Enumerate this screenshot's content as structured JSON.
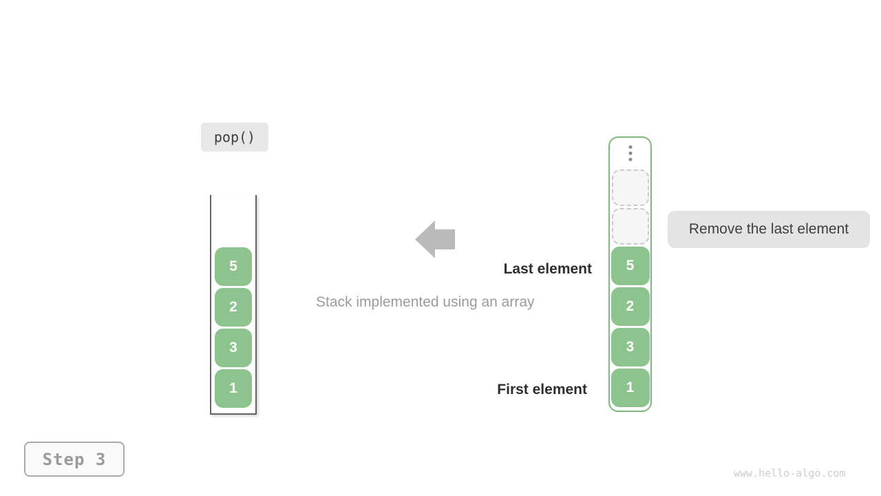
{
  "labels": {
    "operation": "pop()",
    "step": "Step 3",
    "caption": "Stack implemented using an array",
    "last_element": "Last element",
    "first_element": "First element",
    "remove_note": "Remove the last element",
    "watermark": "www.hello-algo.com"
  },
  "left_stack": {
    "values": [
      "5",
      "2",
      "3",
      "1"
    ]
  },
  "right_stack": {
    "values": [
      "5",
      "2",
      "3",
      "1"
    ],
    "empty_slot_count": 2,
    "has_ellipsis": true
  },
  "colors": {
    "cell_green": "#8dc48d",
    "container_border_green": "#7cb87c",
    "label_background_gray": "#e7e7e7",
    "arrow_gray": "#bababa",
    "empty_slot_fill": "#f6f6f6",
    "empty_slot_border": "#c9c9c9",
    "text_dark": "#2e2e2e",
    "text_muted": "#9b9b9b",
    "watermark_gray": "#cccccc"
  }
}
